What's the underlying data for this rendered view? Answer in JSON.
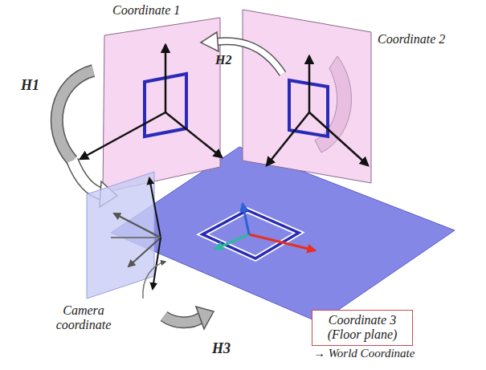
{
  "diagram": {
    "nodes": [
      {
        "text": [
          "Coordinate 3 (Floor plane)"
        ]
      }
    ],
    "labels": [
      "Coordinate 1",
      "Coordinate 2",
      "H1",
      "H2",
      "H3",
      "Camera coordinate",
      "→ World Coordinate"
    ]
  }
}
